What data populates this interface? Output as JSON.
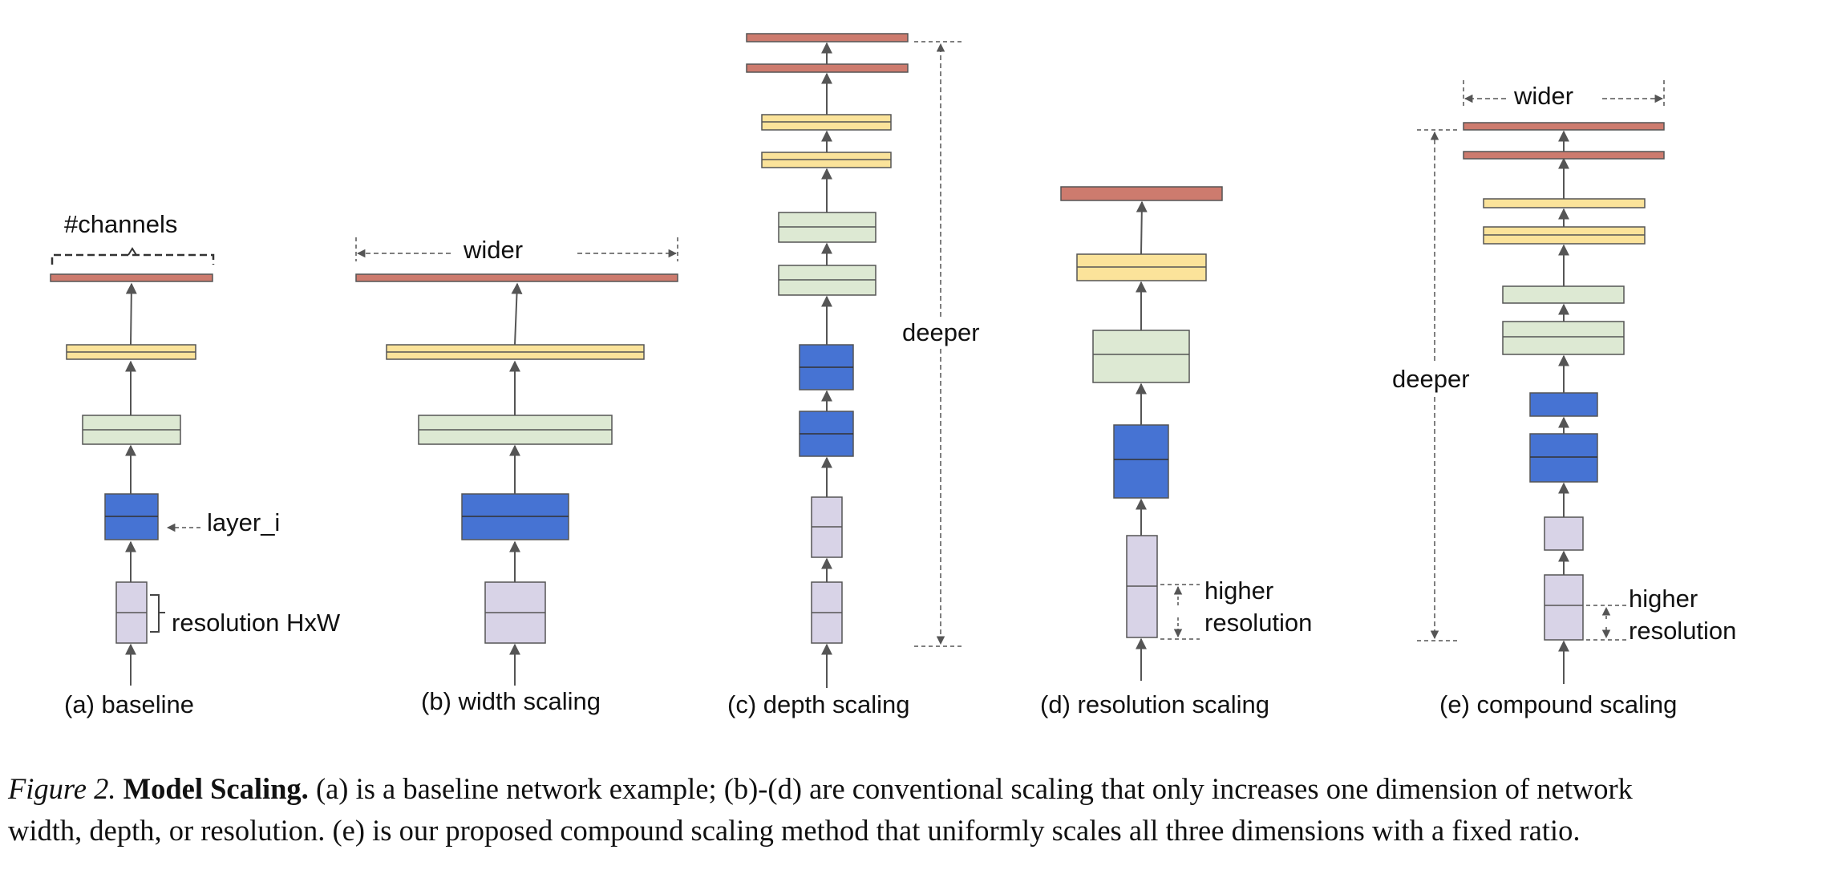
{
  "diagrams": [
    {
      "caption": "(a) baseline"
    },
    {
      "caption": "(b) width scaling"
    },
    {
      "caption": "(c) depth scaling"
    },
    {
      "caption": "(d) resolution scaling"
    },
    {
      "caption": "(e) compound scaling"
    }
  ],
  "annotations": {
    "channels": "#channels",
    "layer": "layer_i",
    "resolution": "resolution HxW",
    "wider": "wider",
    "deeper": "deeper",
    "higher": "higher",
    "resolution_word": "resolution"
  },
  "caption": {
    "figure_label": "Figure 2.",
    "title": "Model Scaling.",
    "line1_text": " (a) is a baseline network example; (b)-(d) are conventional scaling that only increases one dimension of network",
    "line2_text": "width, depth, or resolution. (e) is our proposed compound scaling method that uniformly scales all three dimensions with a fixed ratio."
  },
  "colors": {
    "red_layer": "#cd7b6e",
    "yellow_layer": "#fbe39a",
    "green_layer": "#dde9d3",
    "blue_layer": "#4673d3",
    "lavender_layer": "#d8d3e7",
    "stroke": "#555555"
  }
}
